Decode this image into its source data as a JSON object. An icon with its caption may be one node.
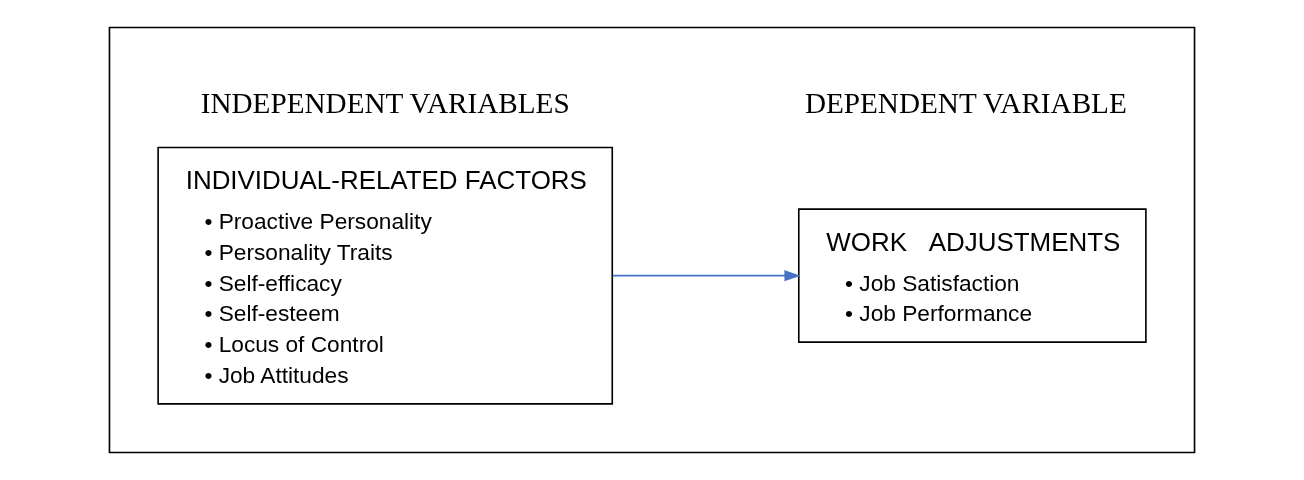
{
  "diagram": {
    "nodes": [
      {
        "text": [],
        "shape": "box"
      },
      {
        "text": [
          "INDIVIDUAL-RELATED FACTORS",
          "• Proactive Personality",
          "• Personality Traits",
          "• Self-efficacy",
          "• Self-esteem",
          "• Locus of Control",
          "• Job Attitudes"
        ],
        "in": 0
      },
      {
        "text": [
          "WORK   ADJUSTMENTS",
          "• Job Satisfaction",
          "• Job Performance"
        ],
        "in": 0
      }
    ],
    "edges": [
      {
        "from": 1,
        "to": 2,
        "arrow": "to"
      }
    ],
    "labels": [
      "INDEPENDENT VARIABLES",
      "DEPENDENT VARIABLE"
    ]
  }
}
